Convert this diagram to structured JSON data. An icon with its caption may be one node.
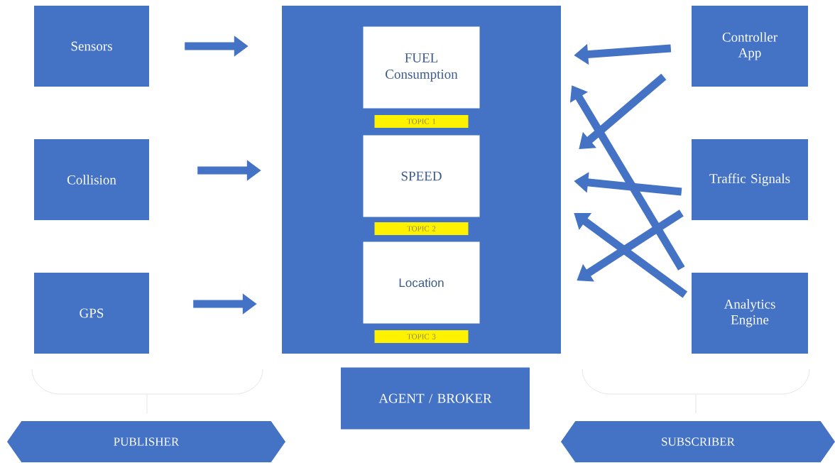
{
  "diagram": {
    "nodes": [
      {
        "text": [
          "Sensors"
        ]
      },
      {
        "text": [
          "Collision"
        ]
      },
      {
        "text": [
          "GPS"
        ]
      },
      {
        "text": [],
        "shape": "box"
      },
      {
        "text": [
          "FUEL Consumption"
        ],
        "in": 3
      },
      {
        "text": [
          "TOPIC 1"
        ],
        "in": 3
      },
      {
        "text": [
          "SPEED"
        ],
        "in": 3
      },
      {
        "text": [
          "TOPIC 2"
        ],
        "in": 3
      },
      {
        "text": [
          "Location"
        ],
        "in": 3
      },
      {
        "text": [
          "TOPIC 3"
        ],
        "in": 3
      },
      {
        "text": [
          "Controller App"
        ]
      },
      {
        "text": [
          "Traffic Signals"
        ]
      },
      {
        "text": [
          "Analytics Engine"
        ]
      },
      {
        "text": [
          "AGENT / BROKER"
        ]
      },
      {
        "text": [
          "PUBLISHER"
        ]
      },
      {
        "text": [
          "SUBSCRIBER"
        ]
      }
    ],
    "edges": [
      {
        "from": 0,
        "to": 3,
        "arrow": "to"
      },
      {
        "from": 1,
        "to": 3,
        "arrow": "to"
      },
      {
        "from": 2,
        "to": 3,
        "arrow": "to"
      },
      {
        "from": 10,
        "to": 3,
        "arrow": "to"
      },
      {
        "from": 10,
        "to": 3,
        "arrow": "to"
      },
      {
        "from": 11,
        "to": 3,
        "arrow": "to"
      },
      {
        "from": 11,
        "to": 3,
        "arrow": "to"
      },
      {
        "from": 12,
        "to": 3,
        "arrow": "to"
      },
      {
        "from": 12,
        "to": 3,
        "arrow": "to"
      }
    ]
  }
}
